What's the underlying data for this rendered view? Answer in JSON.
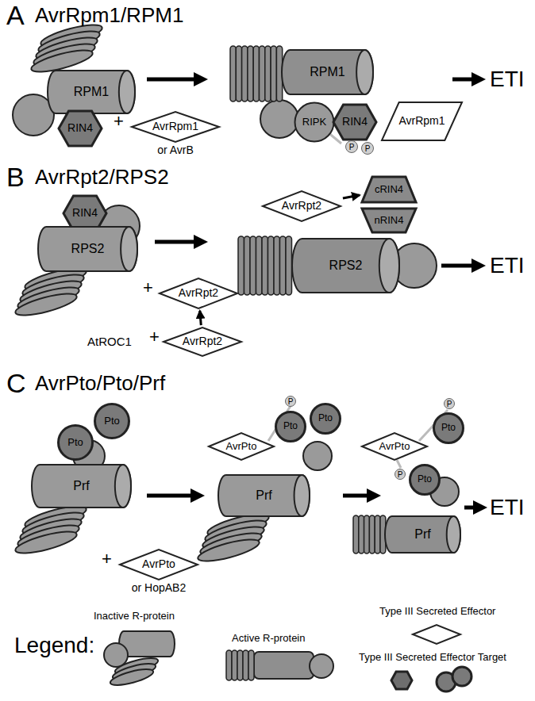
{
  "diagram": {
    "nodes": [
      {
        "text": [
          "RPM1"
        ]
      },
      {
        "text": [
          "RIN4"
        ]
      },
      {
        "text": [
          "AvrRpm1",
          "or AvrB"
        ]
      },
      {
        "text": [
          "RPM1"
        ]
      },
      {
        "text": [
          "RIPK"
        ]
      },
      {
        "text": [
          "RIN4"
        ]
      },
      {
        "text": [
          "P"
        ]
      },
      {
        "text": [
          "P"
        ]
      },
      {
        "text": [
          "AvrRpm1"
        ]
      },
      {
        "text": [
          "RIN4"
        ]
      },
      {
        "text": [
          "RPS2"
        ]
      },
      {
        "text": [
          "AvrRpt2"
        ]
      },
      {
        "text": [
          "AvrRpt2"
        ]
      },
      {
        "text": [
          "AvrRpt2"
        ]
      },
      {
        "text": [
          "cRIN4"
        ]
      },
      {
        "text": [
          "nRIN4"
        ]
      },
      {
        "text": [
          "RPS2"
        ]
      },
      {
        "text": [
          "Pto"
        ]
      },
      {
        "text": [
          "Pto"
        ]
      },
      {
        "text": [
          "Prf"
        ]
      },
      {
        "text": [
          "AvrPto",
          "or HopAB2"
        ]
      },
      {
        "text": [
          "AvrPto"
        ]
      },
      {
        "text": [
          "Pto"
        ]
      },
      {
        "text": [
          "Pto"
        ]
      },
      {
        "text": [
          "P"
        ]
      },
      {
        "text": [
          "Prf"
        ]
      },
      {
        "text": [
          "AvrPto"
        ]
      },
      {
        "text": [
          "Pto"
        ]
      },
      {
        "text": [
          "Pto"
        ]
      },
      {
        "text": [
          "P"
        ]
      },
      {
        "text": [
          "P"
        ]
      },
      {
        "text": [
          "Prf"
        ]
      }
    ],
    "edges": [
      {
        "from": 12,
        "to": 11,
        "arrow": "to"
      },
      {
        "from": 13,
        "to": 14,
        "arrow": "to"
      }
    ],
    "labels": [
      "A",
      "AvrRpm1/RPM1",
      "+",
      "ETI",
      "B",
      "AvrRpt2/RPS2",
      "+",
      "AtROC1",
      "+",
      "ETI",
      "C",
      "AvrPto/Pto/Prf",
      "+",
      "ETI",
      "Legend:"
    ],
    "legend": [
      {
        "text": "Inactive R-protein"
      },
      {
        "text": "Active R-protein"
      },
      {
        "text": "Type III Secreted Effector"
      },
      {
        "text": "Type III Secreted Effector Target"
      }
    ]
  }
}
